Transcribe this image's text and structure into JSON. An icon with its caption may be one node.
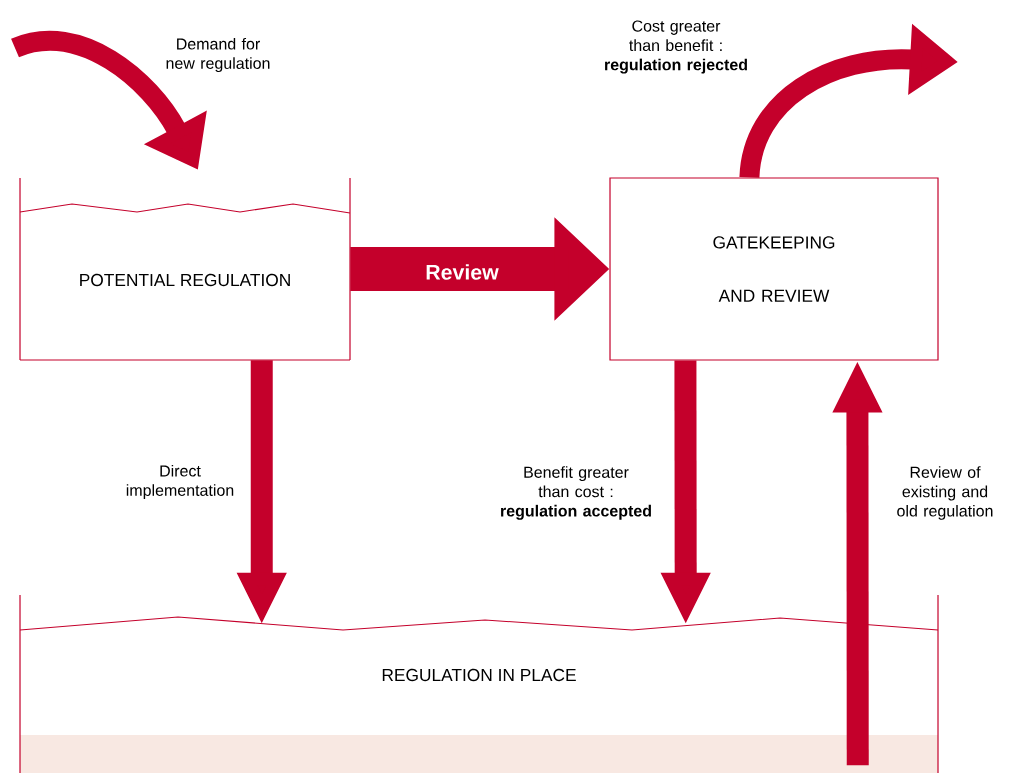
{
  "diagram": {
    "nodes": [
      {
        "text": [
          "POTENTIAL REGULATION"
        ]
      },
      {
        "text": [
          "GATEKEEPING AND REVIEW"
        ]
      },
      {
        "text": [
          "REGULATION IN PLACE"
        ]
      }
    ],
    "edges": [
      {
        "from": null,
        "to": 0,
        "arrow": "to",
        "label": "Demand for new regulation"
      },
      {
        "from": 0,
        "to": 1,
        "arrow": "to",
        "label": "Review",
        "style": "thick"
      },
      {
        "from": 0,
        "to": 2,
        "arrow": "to",
        "label": "Direct implementation"
      },
      {
        "from": 1,
        "to": 2,
        "arrow": "to",
        "label": "Benefit greater than cost : **regulation accepted**"
      },
      {
        "from": 1,
        "to": null,
        "arrow": "to",
        "label": "Cost greater than benefit : **regulation rejected**"
      },
      {
        "from": 2,
        "to": 1,
        "arrow": "to",
        "label": "Review of existing and old regulation"
      }
    ]
  }
}
